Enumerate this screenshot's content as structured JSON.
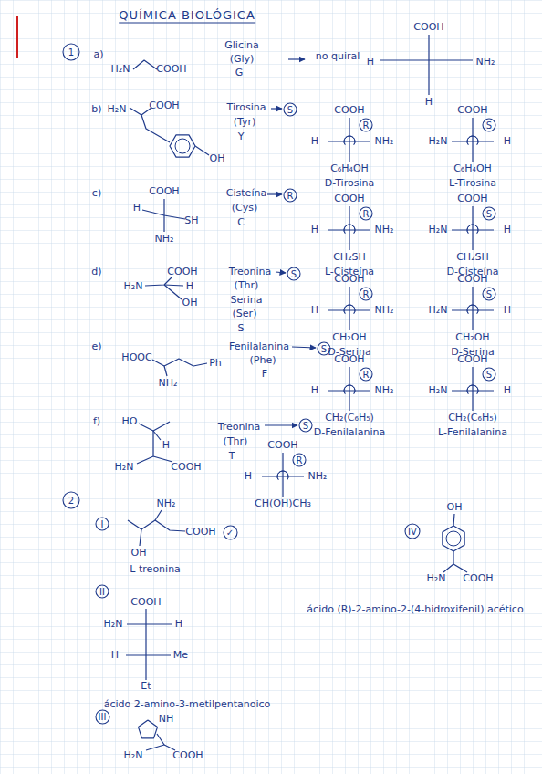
{
  "diagram": {
    "title": "QUÍMICA BIOLÓGICA",
    "nodes": [
      {
        "text": [
          "1"
        ]
      },
      {
        "text": [
          "S"
        ]
      },
      {
        "text": [
          "R"
        ]
      },
      {
        "text": [
          "S"
        ]
      },
      {
        "text": [
          "R"
        ]
      },
      {
        "text": [
          "R"
        ]
      },
      {
        "text": [
          "S"
        ]
      },
      {
        "text": [
          "S"
        ]
      },
      {
        "text": [
          "R"
        ]
      },
      {
        "text": [
          "S"
        ]
      },
      {
        "text": [
          "S"
        ]
      },
      {
        "text": [
          "R"
        ]
      },
      {
        "text": [
          "S"
        ]
      },
      {
        "text": [
          "S"
        ]
      },
      {
        "text": [
          "R"
        ]
      },
      {
        "text": [
          "2"
        ]
      },
      {
        "text": [
          "I"
        ]
      },
      {
        "text": [
          "✓"
        ]
      },
      {
        "text": [
          "IV"
        ]
      },
      {
        "text": [
          "II"
        ]
      },
      {
        "text": [
          "III"
        ]
      }
    ],
    "labels": [
      "a)",
      "H₂N",
      "COOH",
      "Glicina",
      "(Gly)",
      "G",
      "no quiral",
      "COOH",
      "H",
      "NH₂",
      "H",
      "b)",
      "H₂N",
      "COOH",
      "OH",
      "Tirosina",
      "(Tyr)",
      "Y",
      "COOH",
      "H",
      "NH₂",
      "C₆H₄OH",
      "D-Tirosina",
      "COOH",
      "H₂N",
      "H",
      "C₆H₄OH",
      "L-Tirosina",
      "c)",
      "COOH",
      "H",
      "SH",
      "NH₂",
      "Cisteína",
      "(Cys)",
      "C",
      "COOH",
      "H",
      "NH₂",
      "CH₂SH",
      "L-Cisteína",
      "COOH",
      "H₂N",
      "H",
      "CH₂SH",
      "D-Cisteína",
      "d)",
      "H₂N",
      "COOH",
      "H",
      "OH",
      "Treonina",
      "(Thr)",
      "Serina",
      "(Ser)",
      "S",
      "COOH",
      "H",
      "NH₂",
      "CH₂OH",
      "D-Serina",
      "COOH",
      "H₂N",
      "H",
      "CH₂OH",
      "D-Serina",
      "e)",
      "HOOC",
      "Ph",
      "NH₂",
      "Fenilalanina",
      "(Phe)",
      "F",
      "COOH",
      "H",
      "NH₂",
      "CH₂(C₆H₅)",
      "D-Fenilalanina",
      "COOH",
      "H₂N",
      "H",
      "CH₂(C₆H₅)",
      "L-Fenilalanina",
      "f)",
      "HO",
      "H",
      "H₂N",
      "COOH",
      "Treonina",
      "(Thr)",
      "T",
      "COOH",
      "H",
      "NH₂",
      "CH(OH)CH₃",
      "NH₂",
      "COOH",
      "OH",
      "L-treonina",
      "OH",
      "H₂N",
      "COOH",
      "ácido (R)-2-amino-2-(4-hidroxifenil) acético",
      "COOH",
      "H₂N",
      "H",
      "H",
      "Me",
      "Et",
      "ácido 2-amino-3-metilpentanoico",
      "NH",
      "H₂N",
      "COOH"
    ]
  }
}
